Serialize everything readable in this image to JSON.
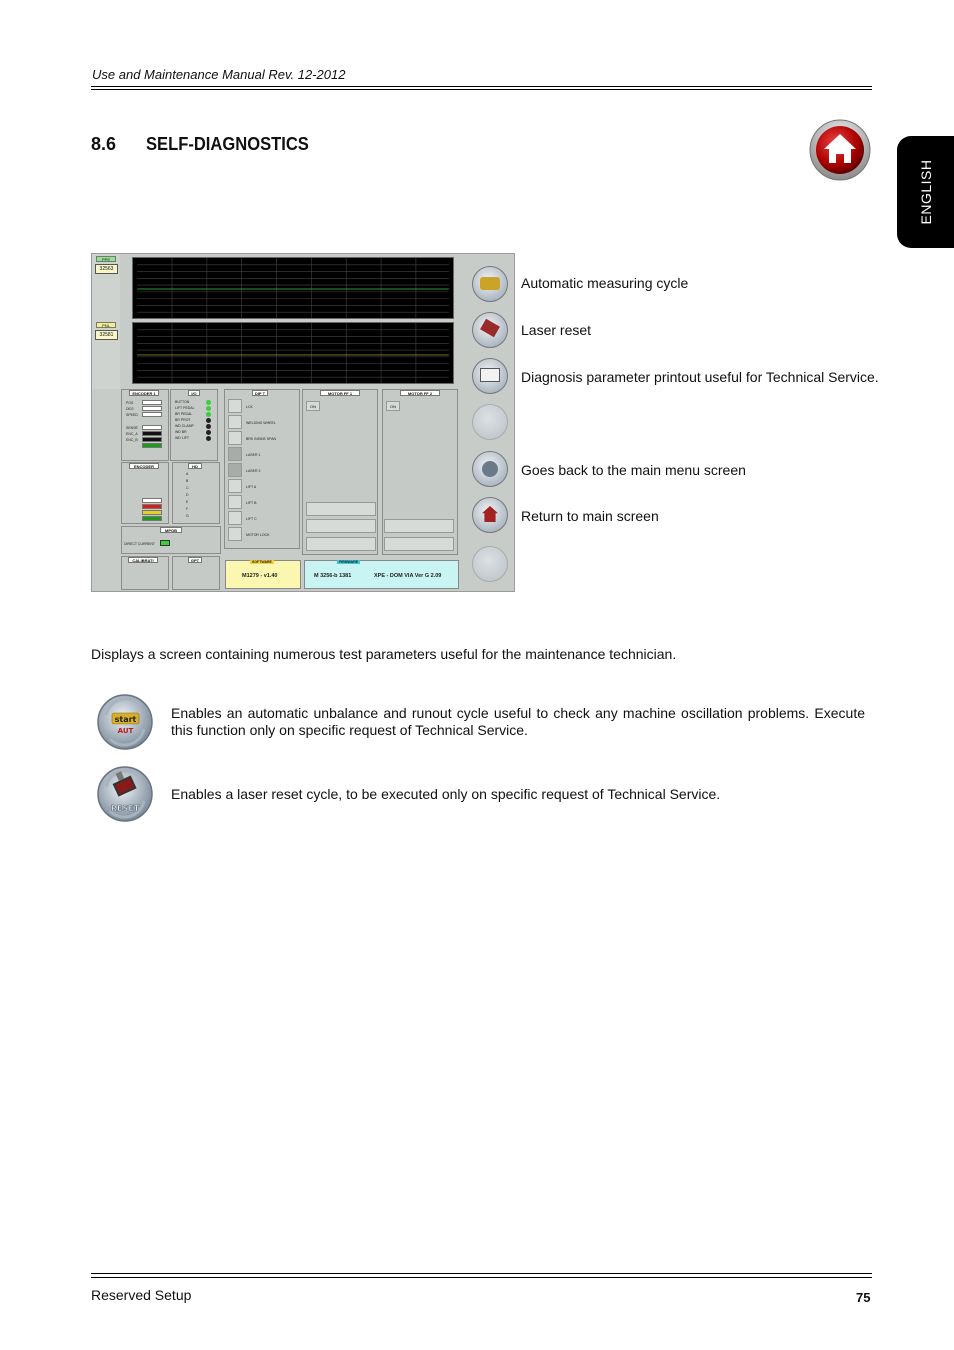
{
  "header": {
    "manual": "Use and Maintenance Manual Rev. 12-2012"
  },
  "language_tab": "ENGLISH",
  "section": {
    "number": "8.6",
    "title": "SELF-DIAGNOSTICS"
  },
  "screenshot": {
    "ppe_label": "PPE",
    "ppe_value": "32563",
    "pnl_label": "PNL",
    "pnl_value": "32581",
    "panels": {
      "encoder1": "ENCODER 1",
      "io": "I/O",
      "dipt": "DIP T",
      "motor_ff1": "MOTOR FF 1",
      "motor_ff2": "MOTOR FF 2",
      "encoder2": "ENCODER",
      "hd": "HD",
      "mpgb": "MPGB",
      "calibration": "CALIBRATI",
      "gpt": "GPT"
    },
    "io_items": [
      "BUTTON",
      "LIFT PEDAL",
      "BR PEDAL",
      "BR PROT",
      "WD CLAMP",
      "WD BR",
      "WD LIFT"
    ],
    "dip_items": [
      "LCK",
      "WELDING WHEEL",
      "BRK INSIDE SPAN",
      "LASER 1",
      "LASER 2",
      "LIFT A",
      "LIFT B",
      "LIFT C",
      "MOTOR LOCK"
    ],
    "hd_items": [
      "A",
      "B",
      "C",
      "D",
      "E",
      "F",
      "G"
    ],
    "encoder_items": [
      "POS",
      "DEG",
      "SPEED",
      "SENSE",
      "ENC_A",
      "ENC_B"
    ],
    "software_label": "SOFTWARE",
    "firmware_label": "FIRMWARE",
    "software_version": "M1279 - v1.40",
    "firmware_version": "M 3256-b 1381",
    "device_version": "XPE - DOM VIA Ver G 2.09",
    "direct_current": "DIRECT CURRENT",
    "on_label": "ON"
  },
  "legend": [
    "Automatic measuring cycle",
    "Laser reset",
    "Diagnosis parameter printout useful for Technical Service.",
    "Goes back to the main menu screen",
    "Return to main screen"
  ],
  "intro": "Displays a screen containing numerous test parameters useful for the maintenance technician.",
  "descriptions": [
    "Enables an automatic unbalance and runout cycle useful to check any machine oscillation problems. Execute this function only on specific request of Technical Service.",
    "Enables a laser reset cycle, to be executed only on specific request of Technical Service."
  ],
  "icon_labels": {
    "start": "start",
    "aut": "AUT",
    "reset": "RESET"
  },
  "footer": {
    "left": "Reserved Setup",
    "page": "75"
  }
}
